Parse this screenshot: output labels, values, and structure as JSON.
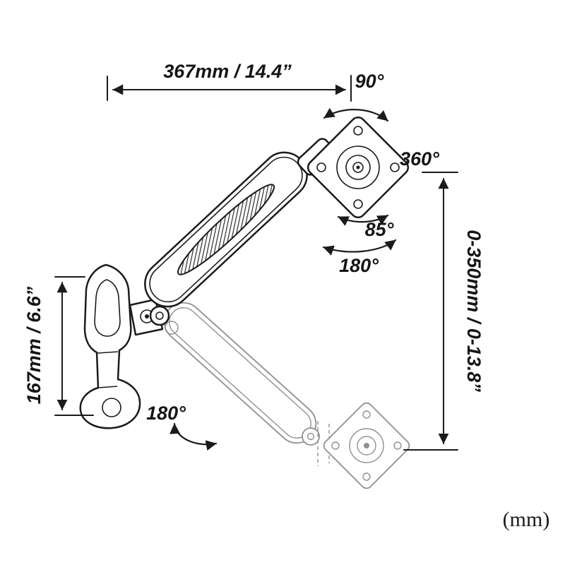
{
  "colors": {
    "line": "#1b1b1b",
    "ghost": "#8f8f8f",
    "background": "#ffffff"
  },
  "diagram": {
    "labels": {
      "width_top": "367mm / 14.4”",
      "height_right": "0-350mm / 0-13.8”",
      "bracket_left": "167mm / 6.6”",
      "angle_90": "90°",
      "angle_360": "360°",
      "angle_85": "85°",
      "angle_180_head": "180°",
      "angle_180_arm": "180°",
      "unit_note": "(mm)"
    }
  }
}
